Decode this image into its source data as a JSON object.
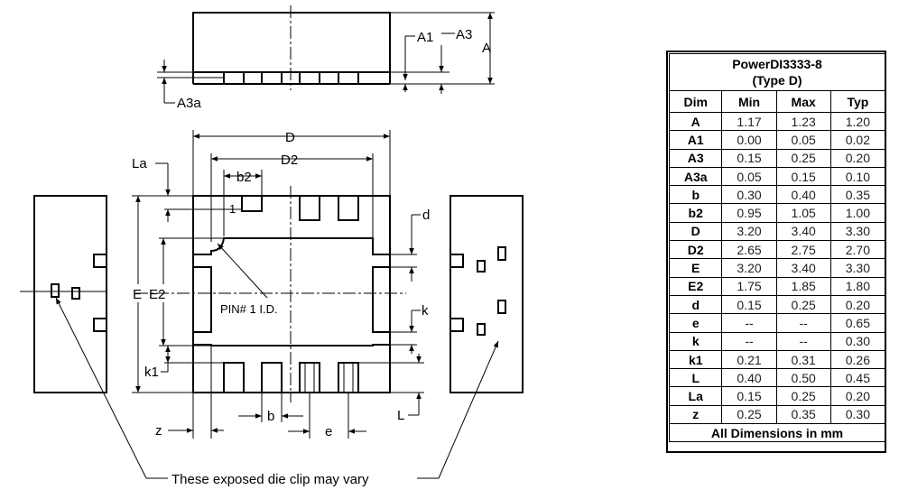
{
  "drawing": {
    "labels": {
      "A1": "A1",
      "A3": "A3",
      "A": "A",
      "A3a": "A3a",
      "D": "D",
      "D2": "D2",
      "b2": "b2",
      "La": "La",
      "pin1_num": "1",
      "d": "d",
      "E": "E",
      "E2": "E2",
      "pin_id": "PIN# 1 I.D.",
      "k": "k",
      "k1": "k1",
      "L": "L",
      "z": "z",
      "b": "b",
      "e": "e",
      "note": "These exposed die clip may vary"
    }
  },
  "table": {
    "title_line1": "PowerDI3333-8",
    "title_line2": "(Type D)",
    "headers": [
      "Dim",
      "Min",
      "Max",
      "Typ"
    ],
    "rows": [
      {
        "dim": "A",
        "min": "1.17",
        "max": "1.23",
        "typ": "1.20"
      },
      {
        "dim": "A1",
        "min": "0.00",
        "max": "0.05",
        "typ": "0.02"
      },
      {
        "dim": "A3",
        "min": "0.15",
        "max": "0.25",
        "typ": "0.20"
      },
      {
        "dim": "A3a",
        "min": "0.05",
        "max": "0.15",
        "typ": "0.10"
      },
      {
        "dim": "b",
        "min": "0.30",
        "max": "0.40",
        "typ": "0.35"
      },
      {
        "dim": "b2",
        "min": "0.95",
        "max": "1.05",
        "typ": "1.00"
      },
      {
        "dim": "D",
        "min": "3.20",
        "max": "3.40",
        "typ": "3.30"
      },
      {
        "dim": "D2",
        "min": "2.65",
        "max": "2.75",
        "typ": "2.70"
      },
      {
        "dim": "E",
        "min": "3.20",
        "max": "3.40",
        "typ": "3.30"
      },
      {
        "dim": "E2",
        "min": "1.75",
        "max": "1.85",
        "typ": "1.80"
      },
      {
        "dim": "d",
        "min": "0.15",
        "max": "0.25",
        "typ": "0.20"
      },
      {
        "dim": "e",
        "min": "--",
        "max": "--",
        "typ": "0.65"
      },
      {
        "dim": "k",
        "min": "--",
        "max": "--",
        "typ": "0.30"
      },
      {
        "dim": "k1",
        "min": "0.21",
        "max": "0.31",
        "typ": "0.26"
      },
      {
        "dim": "L",
        "min": "0.40",
        "max": "0.50",
        "typ": "0.45"
      },
      {
        "dim": "La",
        "min": "0.15",
        "max": "0.25",
        "typ": "0.20"
      },
      {
        "dim": "z",
        "min": "0.25",
        "max": "0.35",
        "typ": "0.30"
      }
    ],
    "footer": "All Dimensions in mm"
  }
}
